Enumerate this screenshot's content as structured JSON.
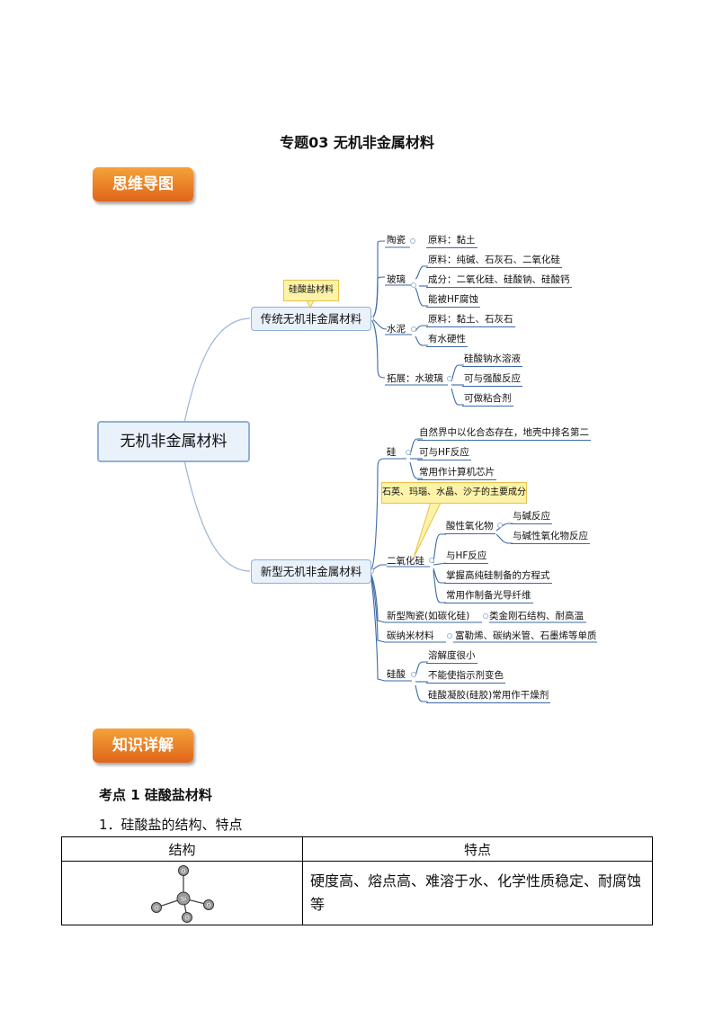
{
  "title": "专题03  无机非金属材料",
  "badges": {
    "mindmap": "思维导图",
    "details": "知识详解"
  },
  "mindmap": {
    "root": "无机非金属材料",
    "branch1": {
      "label": "传统无机非金属材料",
      "note": "硅酸盐材料",
      "taoci": {
        "label": "陶瓷",
        "items": [
          "原料：黏土"
        ]
      },
      "boli": {
        "label": "玻璃",
        "items": [
          "原料：纯碱、石灰石、二氧化硅",
          "成分：二氧化硅、硅酸钠、硅酸钙",
          "能被HF腐蚀"
        ]
      },
      "shuini": {
        "label": "水泥",
        "items": [
          "原料：黏土、石灰石",
          "有水硬性"
        ]
      },
      "tuozhan": {
        "label": "拓展：水玻璃",
        "items": [
          "硅酸钠水溶液",
          "可与强酸反应",
          "可做粘合剂"
        ]
      }
    },
    "branch2": {
      "label": "新型无机非金属材料",
      "gui": {
        "label": "硅",
        "items": [
          "自然界中以化合态存在，地壳中排名第二",
          "可与HF反应",
          "常用作计算机芯片"
        ]
      },
      "note": "石英、玛瑙、水晶、沙子的主要成分",
      "eryang": {
        "label": "二氧化硅",
        "acid": {
          "label": "酸性氧化物",
          "items": [
            "与碱反应",
            "与碱性氧化物反应"
          ]
        },
        "items": [
          "与HF反应",
          "掌握高纯硅制备的方程式",
          "常用作制备光导纤维"
        ]
      },
      "taoci_new": {
        "label": "新型陶瓷(如碳化硅)",
        "item": "类金刚石结构、耐高温"
      },
      "nano": {
        "label": "碳纳米材料",
        "item": "富勒烯、碳纳米管、石墨烯等单质"
      },
      "guisuan": {
        "label": "硅酸",
        "items": [
          "溶解度很小",
          "不能使指示剂变色",
          "硅酸凝胶(硅胶)常用作干燥剂"
        ]
      }
    }
  },
  "section": {
    "heading": "考点 1    硅酸盐材料",
    "subheading": "1．硅酸盐的结构、特点",
    "table": {
      "headers": [
        "结构",
        "特点"
      ],
      "feature": "硬度高、熔点高、难溶于水、化学性质稳定、耐腐蚀等",
      "molecule": {
        "center": "Si",
        "atom": "O"
      }
    }
  },
  "colors": {
    "badge_top": "#f5a23a",
    "badge_bottom": "#e0651a",
    "node_border": "#8fb0d6",
    "line": "#3d6aa5",
    "note_bg": "#fdf3a8"
  }
}
